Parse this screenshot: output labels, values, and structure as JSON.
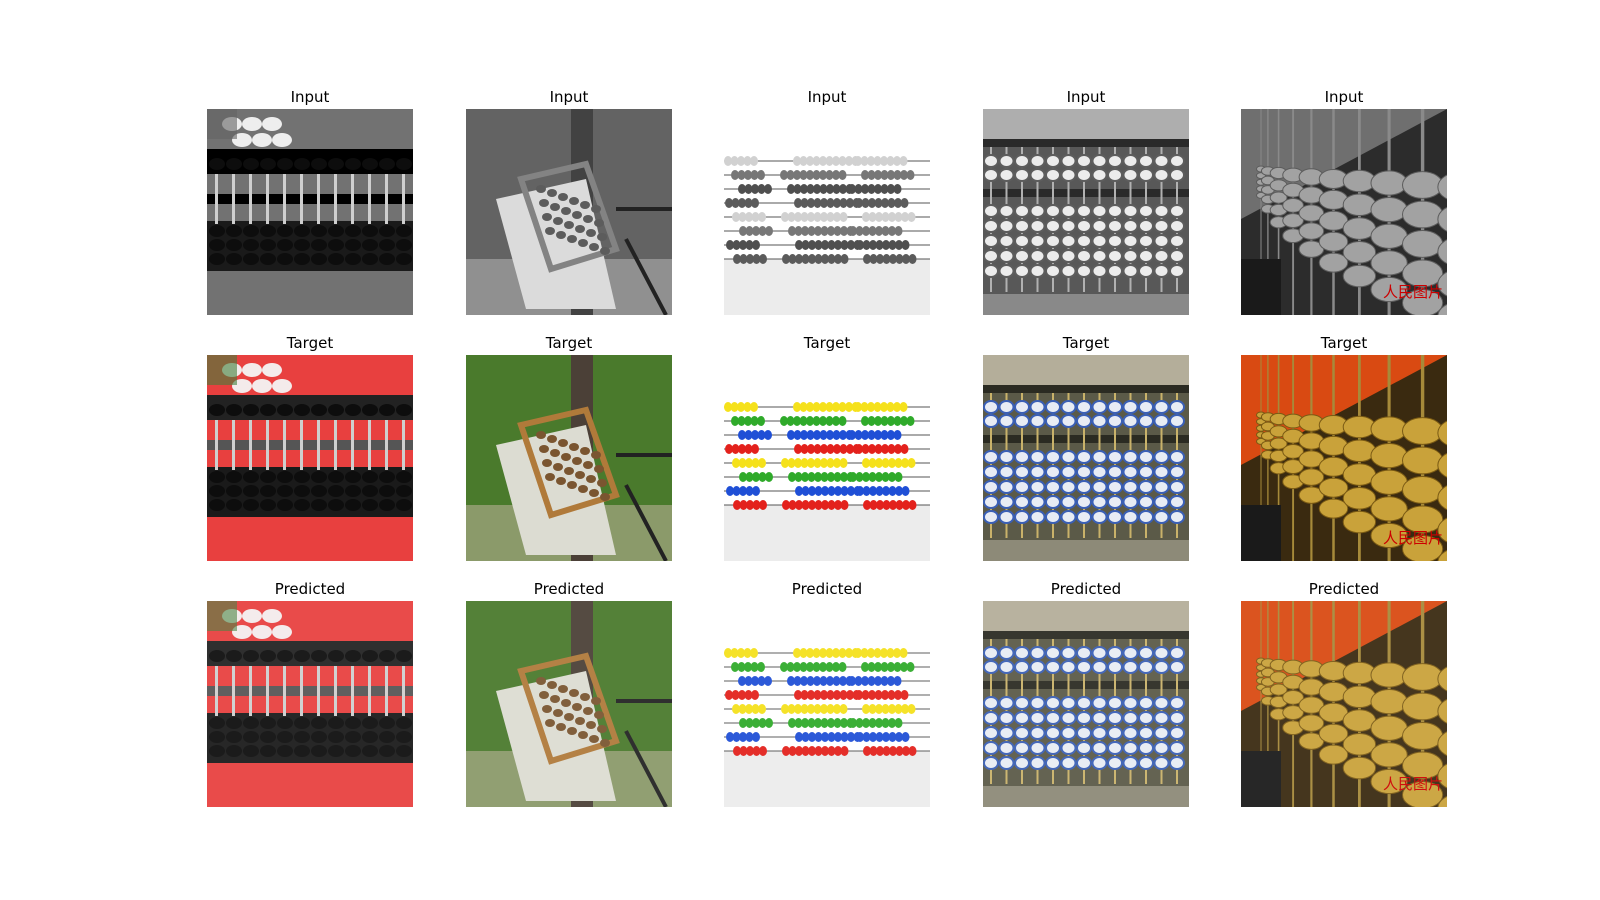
{
  "figure": {
    "row_titles": [
      "Input",
      "Target",
      "Predicted"
    ],
    "columns": [
      {
        "icon": "abacus-flowers-photo",
        "accent_target": "#e8403f",
        "bead": "#111111"
      },
      {
        "icon": "abacus-tree-photo",
        "accent_target": "#4a7a2c",
        "bead": "#7a5530"
      },
      {
        "icon": "abacus-colorful-photo",
        "accent_target": "#ffffff",
        "bead": "multi"
      },
      {
        "icon": "abacus-porcelain-photo",
        "accent_target": "#5b5a48",
        "bead": "#3a5fb5"
      },
      {
        "icon": "abacus-golden-photo",
        "accent_target": "#d94a12",
        "bead": "#c9a23a"
      }
    ],
    "stamp_text": "人民图片"
  }
}
